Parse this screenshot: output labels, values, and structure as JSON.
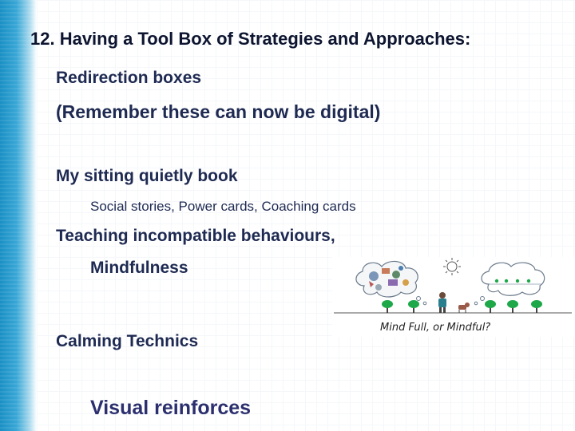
{
  "slide": {
    "title": "12. Having a Tool Box of Strategies and Approaches:",
    "lines": [
      "Redirection boxes",
      "(Remember these can now be digital)",
      "My sitting quietly book",
      "Social stories, Power cards, Coaching cards",
      "Teaching incompatible behaviours,",
      "Mindfulness",
      "Calming Technics",
      "Visual reinforces"
    ]
  },
  "illustration": {
    "caption": "Mind Full, or Mindful?"
  },
  "colors": {
    "title": "#0d1530",
    "text": "#1e2a52",
    "accent_band": "#1a8fc4",
    "tree": "#1fa84a"
  }
}
